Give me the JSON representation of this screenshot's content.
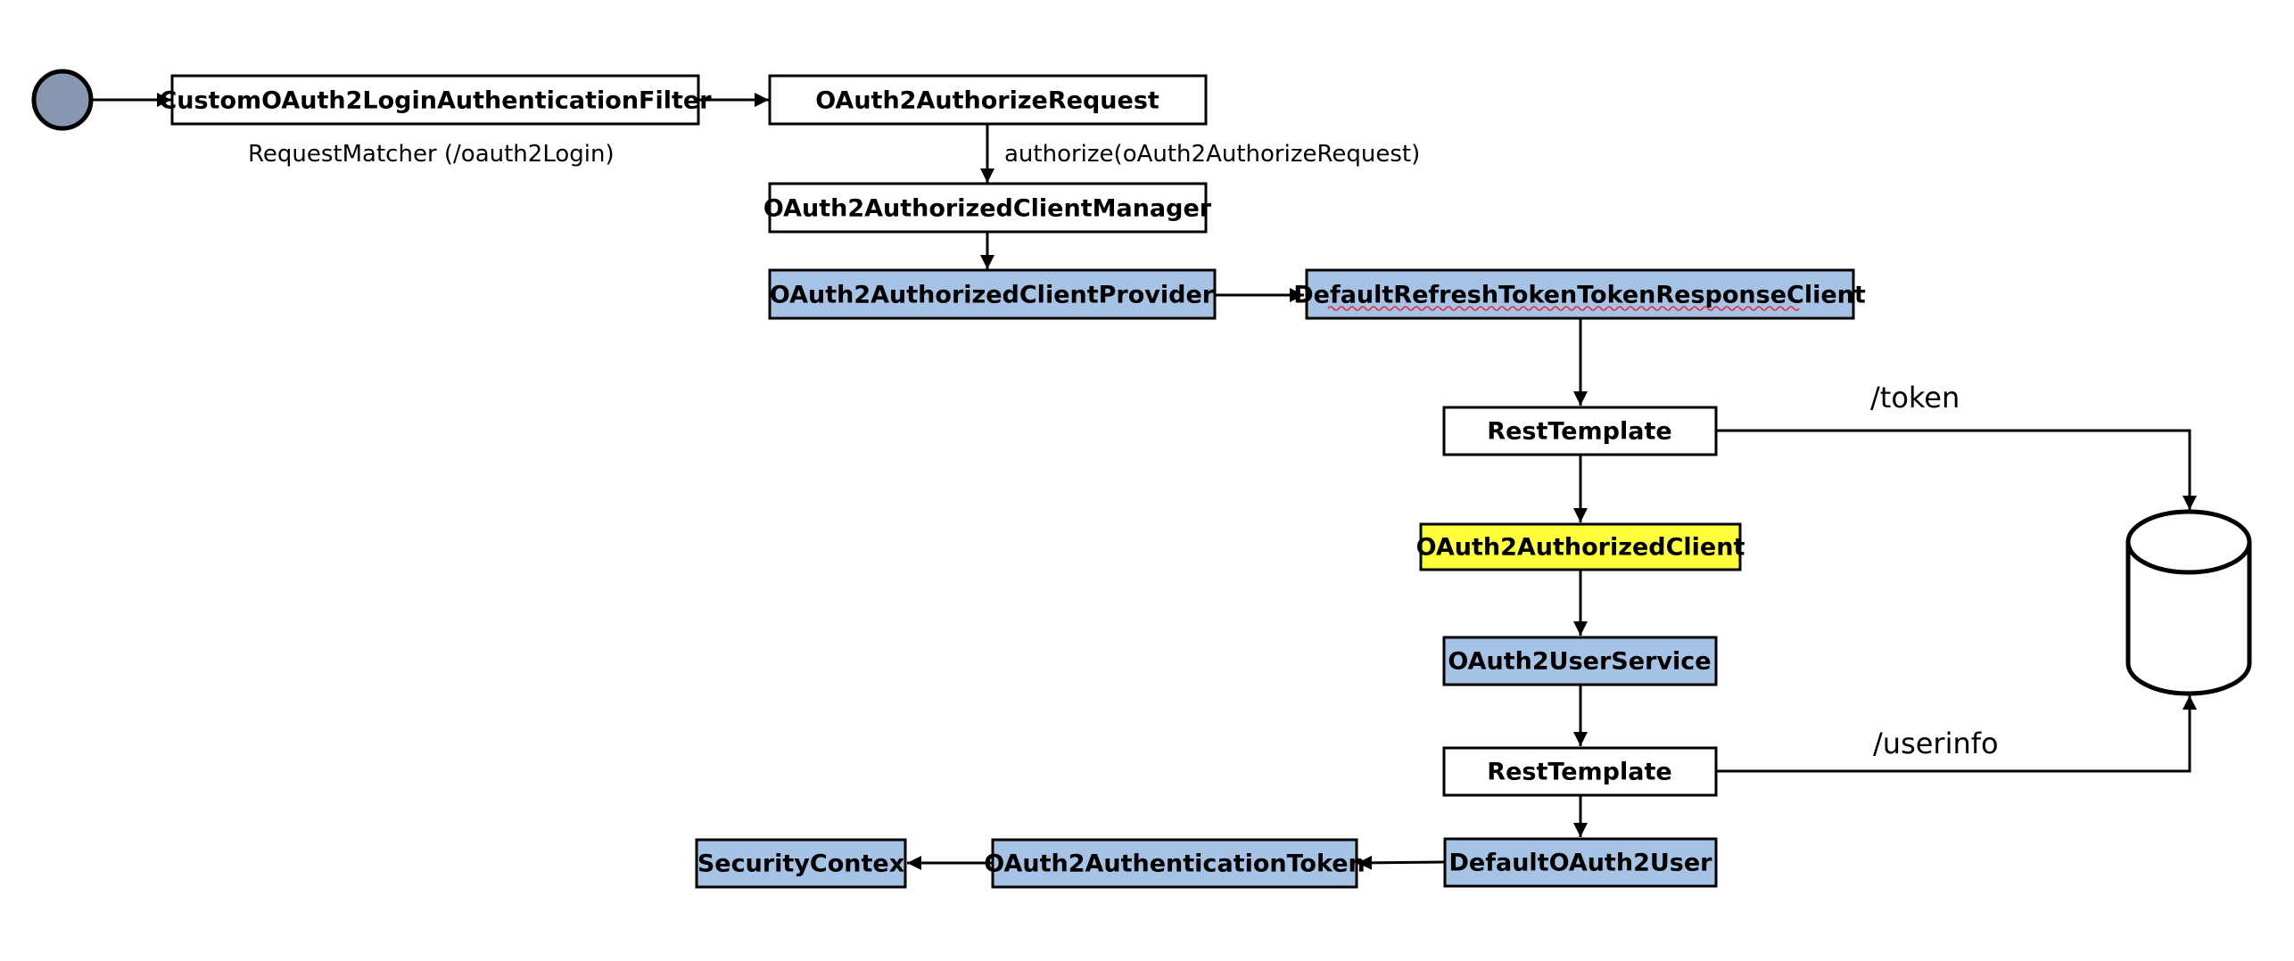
{
  "colors": {
    "plain": "#ffffff",
    "provider": "#a6c2e4",
    "highlight": "#ffff3c",
    "start": "#8896b0",
    "border": "#000000"
  },
  "nodes": {
    "filter": "CustomOAuth2LoginAuthenticationFilter",
    "authorize_request": "OAuth2AuthorizeRequest",
    "client_manager": "OAuth2AuthorizedClientManager",
    "client_provider": "OAuth2AuthorizedClientProvider",
    "refresh_client": "DefaultRefreshTokenTokenResponseClient",
    "rest_template_token": "RestTemplate",
    "authorized_client": "OAuth2AuthorizedClient",
    "user_service": "OAuth2UserService",
    "rest_template_userinfo": "RestTemplate",
    "default_user": "DefaultOAuth2User",
    "auth_token": "OAuth2AuthenticationToken",
    "security_context": "SecurityContex"
  },
  "labels": {
    "request_matcher": "RequestMatcher (/oauth2Login)",
    "authorize_call": "authorize(oAuth2AuthorizeRequest)",
    "token_route": "/token",
    "userinfo_route": "/userinfo"
  },
  "icons": {
    "start": "start-circle-icon",
    "database": "database-cylinder-icon"
  }
}
